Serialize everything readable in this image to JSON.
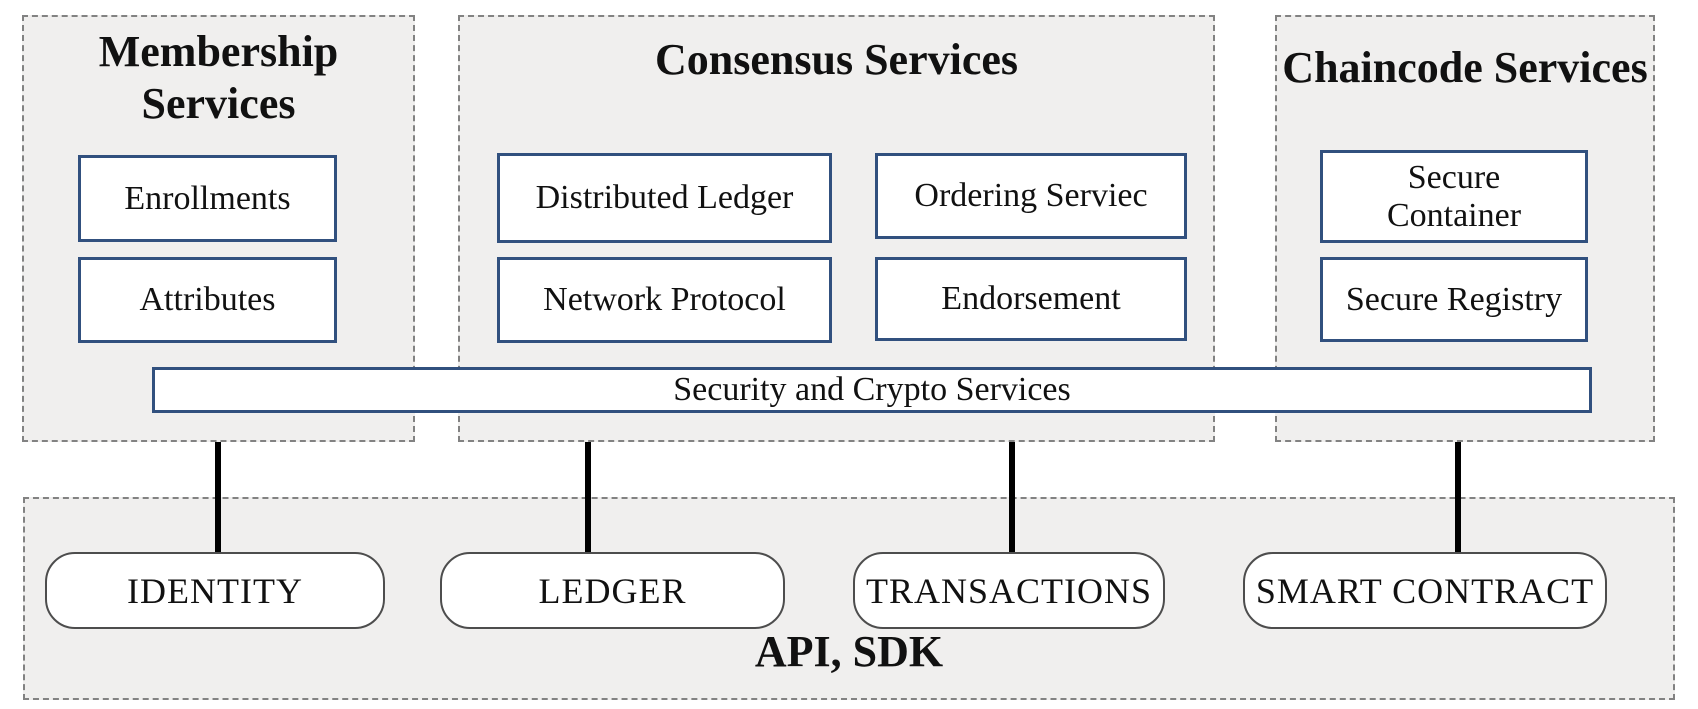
{
  "diagram": {
    "panels": [
      {
        "title": "Membership Services",
        "boxes": [
          "Enrollments",
          "Attributes"
        ]
      },
      {
        "title": "Consensus Services",
        "boxes": [
          "Distributed Ledger",
          "Ordering Serviec",
          "Network Protocol",
          "Endorsement"
        ]
      },
      {
        "title": "Chaincode Services",
        "boxes": [
          "Secure Container",
          "Secure Registry"
        ]
      }
    ],
    "crypto_bar_label": "Security and Crypto Services",
    "api_panel": {
      "label": "API, SDK",
      "nodes": [
        "IDENTITY",
        "LEDGER",
        "TRANSACTIONS",
        "SMART CONTRACT"
      ]
    },
    "colors": {
      "panel_bg": "#f0efee",
      "box_border": "#31507e",
      "dashed_border": "#828282",
      "connector": "#000000"
    }
  }
}
